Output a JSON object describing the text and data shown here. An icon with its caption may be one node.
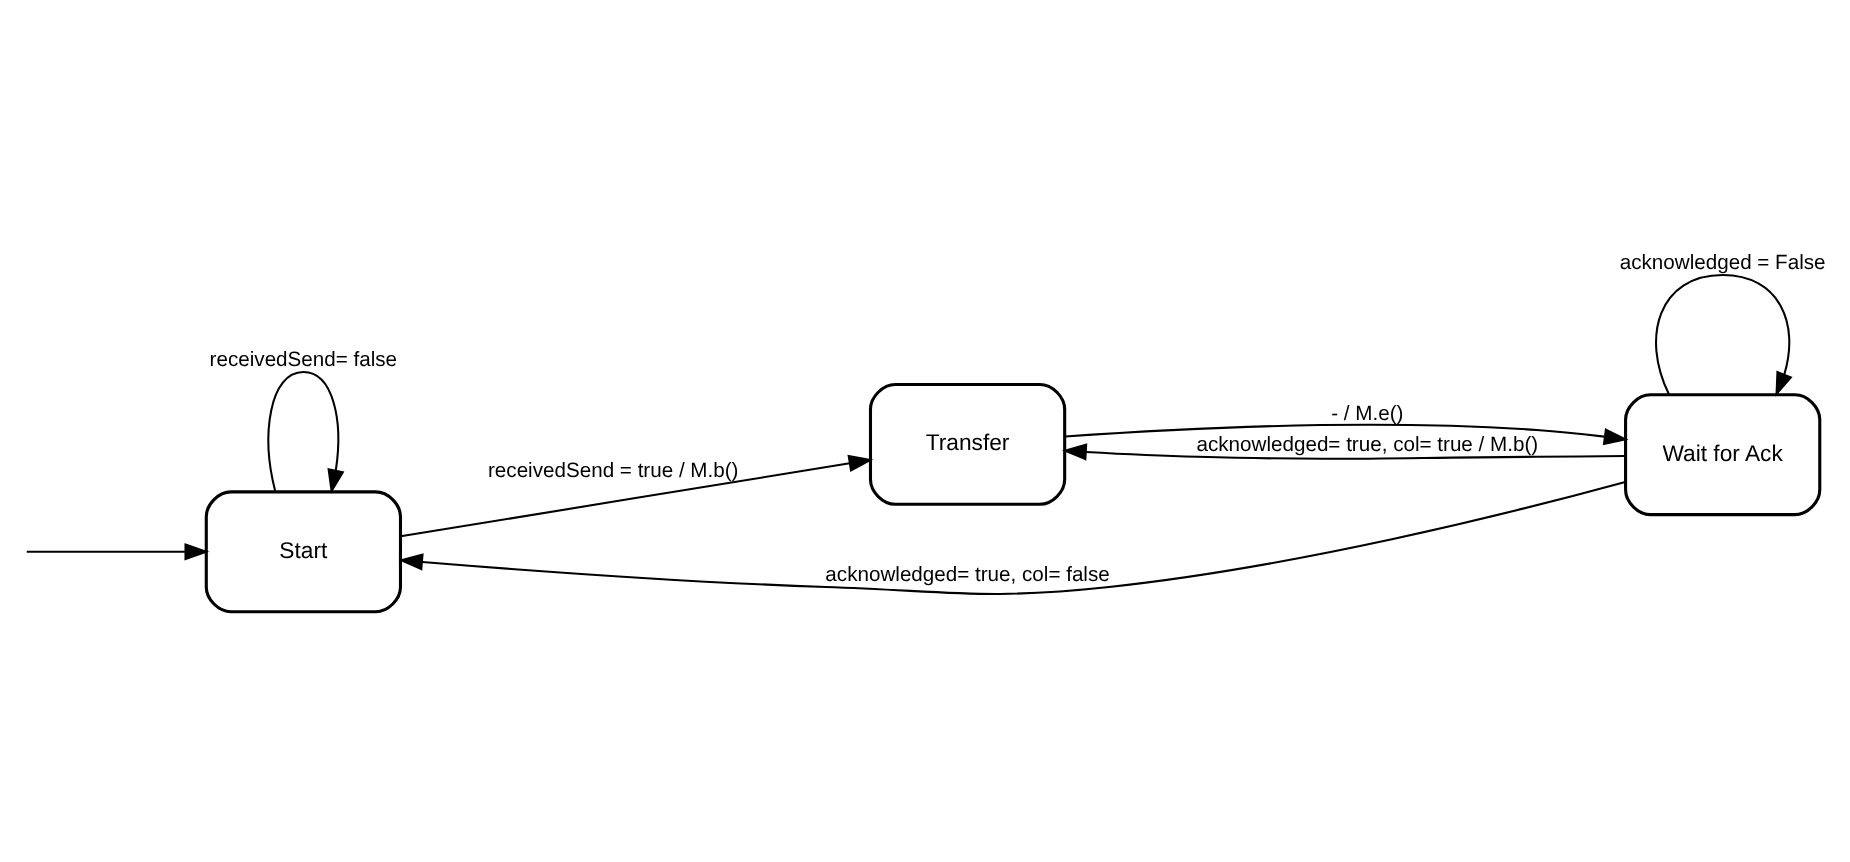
{
  "diagram": {
    "nodes": [
      {
        "text": [
          "Start"
        ]
      },
      {
        "text": [
          "Transfer"
        ]
      },
      {
        "text": [
          "Wait for Ack"
        ]
      }
    ],
    "edges": [
      {
        "from": null,
        "to": 0,
        "arrow": "to"
      },
      {
        "from": 0,
        "to": 0,
        "label": "receivedSend= false",
        "arrow": "to"
      },
      {
        "from": 0,
        "to": 1,
        "label": "receivedSend = true / M.b()",
        "arrow": "to"
      },
      {
        "from": 1,
        "to": 2,
        "label": "- / M.e()",
        "arrow": "to"
      },
      {
        "from": 2,
        "to": 1,
        "label": "acknowledged= true, col= true / M.b()",
        "arrow": "to"
      },
      {
        "from": 2,
        "to": 0,
        "label": "acknowledged= true, col= false",
        "arrow": "to"
      },
      {
        "from": 2,
        "to": 2,
        "label": "acknowledged = False",
        "arrow": "to"
      }
    ]
  }
}
